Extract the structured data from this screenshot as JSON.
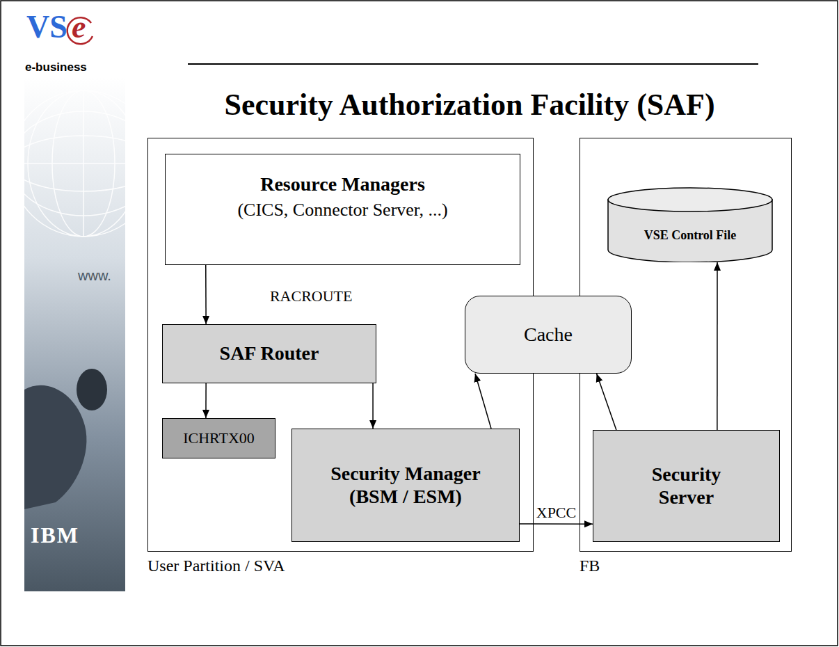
{
  "diagram": {
    "title": "Security Authorization Facility (SAF)",
    "nodes": [
      {
        "text": [
          "User Partition / SVA"
        ]
      },
      {
        "text": [
          "Resource Managers",
          "(CICS, Connector Server, ...)"
        ],
        "in": 0
      },
      {
        "text": [
          "SAF Router"
        ],
        "in": 0
      },
      {
        "text": [
          "ICHRTX00"
        ],
        "in": 0
      },
      {
        "text": [
          "Security Manager (BSM / ESM)"
        ],
        "in": 0
      },
      {
        "text": [
          "Cache"
        ]
      },
      {
        "text": [
          "FB"
        ]
      },
      {
        "text": [
          "VSE Control File"
        ],
        "in": 6
      },
      {
        "text": [
          "Security Server"
        ],
        "in": 6
      }
    ],
    "edges": [
      {
        "from": 1,
        "to": 2,
        "arrow": "to",
        "label": "RACROUTE"
      },
      {
        "from": 2,
        "to": 3,
        "arrow": "to"
      },
      {
        "from": 2,
        "to": 4,
        "arrow": "to"
      },
      {
        "from": 4,
        "to": 5,
        "arrow": "to"
      },
      {
        "from": 4,
        "to": 8,
        "arrow": "to",
        "label": "XPCC"
      },
      {
        "from": 8,
        "to": 5,
        "arrow": "to"
      },
      {
        "from": 8,
        "to": 7,
        "arrow": "to"
      }
    ],
    "labels": [
      "VS",
      "e",
      "e-business",
      "www.",
      "IBM"
    ]
  }
}
